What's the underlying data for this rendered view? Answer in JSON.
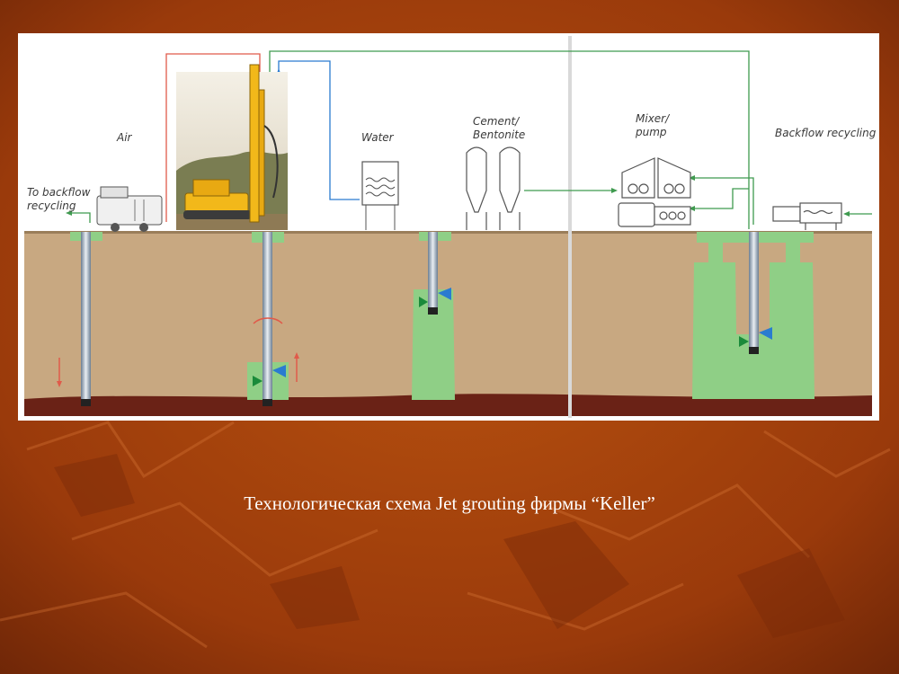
{
  "caption": "Технологическая схема Jet grouting фирмы “Keller”",
  "labels": {
    "air": "Air",
    "to_backflow_1": "To backflow",
    "to_backflow_2": "recycling",
    "water": "Water",
    "cement_1": "Cement/",
    "cement_2": "Bentonite",
    "mixer_1": "Mixer/",
    "mixer_2": "pump",
    "backflow_recycling": "Backflow recycling"
  },
  "colors": {
    "background": "#a8420e",
    "background_dark": "#6e2607",
    "soil": "#c8a881",
    "bedrock": "#6a2216",
    "grout": "#8fcf86",
    "air_line": "#e05a4a",
    "water_line": "#2a7bd0",
    "grout_line": "#3f9a4f",
    "rig": "#f2b81a"
  }
}
